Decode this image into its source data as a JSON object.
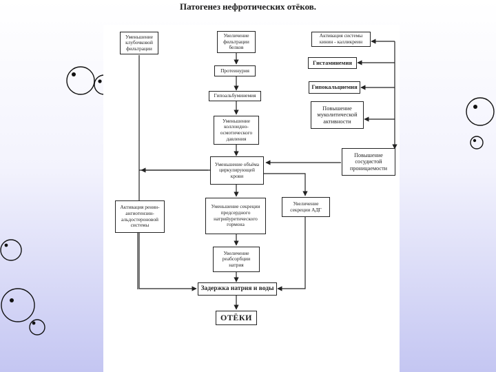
{
  "title": "Патогенез нефротических отёков.",
  "boxes": {
    "filtration_decrease": "Уменьшение клубочковой фильтрации",
    "protein_filtration": "Увеличение фильтрации белков",
    "proteinuria": "Протеинурия",
    "hypoalbuminemia": "Гипоальбуминемия",
    "oncotic_pressure": "Уменьшение коллоидно-осмотического давления",
    "plasma_volume": "Уменьшение объёма циркулирующей крови",
    "raas": "Активация ренин-ангиотензин-альдостероновой системы",
    "natriuretic": "Уменьшение секреции предсердного натрийуретического гормона",
    "adh": "Увеличение секреции АДГ",
    "sodium_reabsorption": "Увеличение реабсорбции натрия",
    "retention": "Задержка натрия и воды",
    "edema": "ОТЁКИ",
    "kinin": "Активация системы кинин - калликреин",
    "histaminemia": "Гистаминемия",
    "hypocalcemia": "Гипокальциемия",
    "mucolytic": "Повышение муколитической активности",
    "permeability": "Повышение сосудистой проницаемости"
  }
}
